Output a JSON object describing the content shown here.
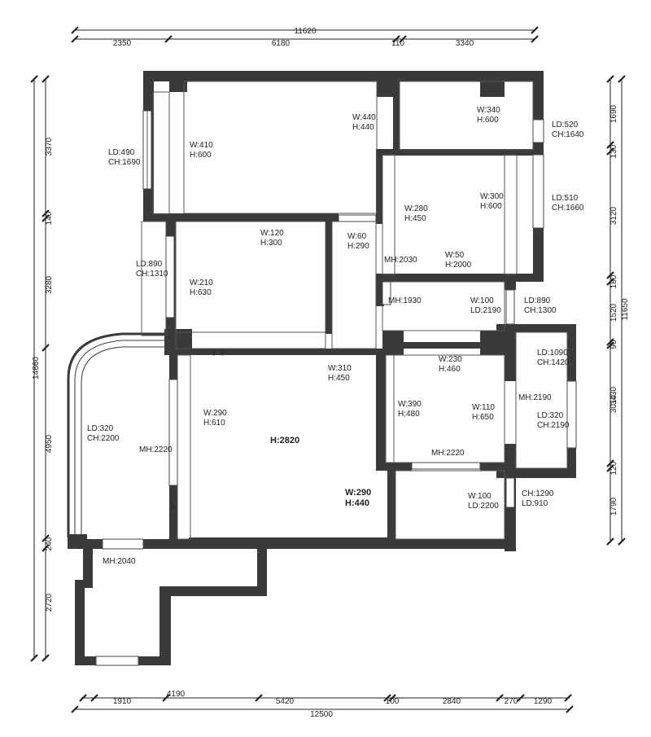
{
  "dimensions": {
    "top_total": "11620",
    "top_segments": [
      "2350",
      "6180",
      "110",
      "3340"
    ],
    "bottom_total": "12500",
    "bottom_segments": [
      "1910",
      "4190",
      "5420",
      "100",
      "2840",
      "270",
      "1290"
    ],
    "left_total": "14660",
    "left_segments": [
      "3370",
      "140",
      "3280",
      "4950",
      "240",
      "2720"
    ],
    "right_total": "11650",
    "right_segments": [
      "1690",
      "130",
      "3120",
      "180",
      "1520",
      "90",
      "3430",
      "3010",
      "120",
      "1790"
    ]
  },
  "labels": {
    "r_topmid_wh": [
      "W:440",
      "H:440"
    ],
    "r_topright_wh": [
      "W:340",
      "H:600"
    ],
    "r_topright_ld": [
      "LD:520",
      "CH:1640"
    ],
    "r_topleft_wh": [
      "W:410",
      "H:600"
    ],
    "r_topleft_ld": [
      "LD:490",
      "CH:1690"
    ],
    "r_bed2_wh1": [
      "W:280",
      "H:450"
    ],
    "r_bed2_wh2": [
      "W:300",
      "H:600"
    ],
    "r_bed2_ld": [
      "LD:510",
      "CH:1660"
    ],
    "r_bed2_wh3": [
      "W:50",
      "H:2000"
    ],
    "r_bed2_mh": "MH:2030",
    "r_hall_wh": [
      "W:120",
      "H:300"
    ],
    "r_hall2_wh": [
      "W:60",
      "H:290"
    ],
    "r_left2_ld": [
      "LD:890",
      "CH:1310"
    ],
    "r_left2_wh": [
      "W:210",
      "H:630"
    ],
    "r_bath_mh": "MH:1930",
    "r_bath_ld": [
      "W:100",
      "LD:2190"
    ],
    "r_bath_ld2": [
      "LD:890",
      "CH:1300"
    ],
    "r_liv_wh1": [
      "W:310",
      "H:450"
    ],
    "r_liv_wh2": [
      "W:290",
      "H:610"
    ],
    "r_liv_h": "H:2820",
    "r_liv_wh3": [
      "W:290",
      "H:440"
    ],
    "r_dining_wh1": [
      "W:230",
      "H:460"
    ],
    "r_dining_wh2": [
      "W:390",
      "H:480"
    ],
    "r_dining_wh3": [
      "W:110",
      "H:650"
    ],
    "r_dining_mh": "MH:2220",
    "r_balc_ld": [
      "LD:1090",
      "CH:1420"
    ],
    "r_balc_mh": "MH:2190",
    "r_balc_ld2": [
      "LD:320",
      "CH:2190"
    ],
    "r_bay_ld": [
      "LD:320",
      "CH:2200"
    ],
    "r_bay_mh": "MH:2220",
    "r_kit_wh": [
      "W:100",
      "LD:2200"
    ],
    "r_kit_ch": [
      "CH:1290",
      "LD:910"
    ],
    "r_entry_mh": "MH:2040"
  }
}
